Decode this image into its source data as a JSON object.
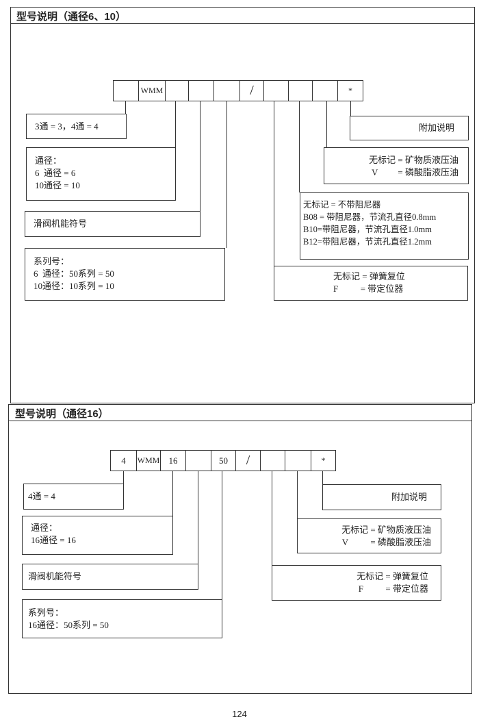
{
  "section1": {
    "title": "型号说明（通径6、10）",
    "code_cells": [
      "",
      "WMM",
      "",
      "",
      "",
      "/",
      "",
      "",
      "",
      "*"
    ],
    "boxes": {
      "ways": [
        "3通 = 3，4通 = 4"
      ],
      "size": [
        "通径：",
        "6  通径 = 6",
        "10通径 = 10"
      ],
      "spool": [
        "滑阀机能符号"
      ],
      "series": [
        "系列号：",
        "6  通径：50系列 = 50",
        "10通径：10系列 = 10"
      ],
      "extra": [
        "附加说明"
      ],
      "fluid": [
        "无标记 = 矿物质液压油",
        "V         = 磷酸脂液压油"
      ],
      "damper": [
        "无标记 = 不带阻尼器",
        "B08 = 带阻尼器，节流孔直径0.8mm",
        "B10=带阻尼器，节流孔直径1.0mm",
        "B12=带阻尼器，节流孔直径1.2mm"
      ],
      "return": [
        "无标记 = 弹簧复位",
        "F          = 带定位器"
      ]
    }
  },
  "section2": {
    "title": "型号说明（通径16）",
    "code_cells": [
      "4",
      "WMM",
      "16",
      "",
      "50",
      "/",
      "",
      "",
      "*"
    ],
    "boxes": {
      "ways": [
        "4通 = 4"
      ],
      "size": [
        "通径：",
        "16通径 = 16"
      ],
      "spool": [
        "滑阀机能符号"
      ],
      "series": [
        "系列号：",
        "16通径：50系列 = 50"
      ],
      "extra": [
        "附加说明"
      ],
      "fluid": [
        "无标记 = 矿物质液压油",
        "V          = 磷酸脂液压油"
      ],
      "return": [
        "无标记 = 弹簧复位",
        "F          = 带定位器"
      ]
    }
  },
  "page_number": "124"
}
